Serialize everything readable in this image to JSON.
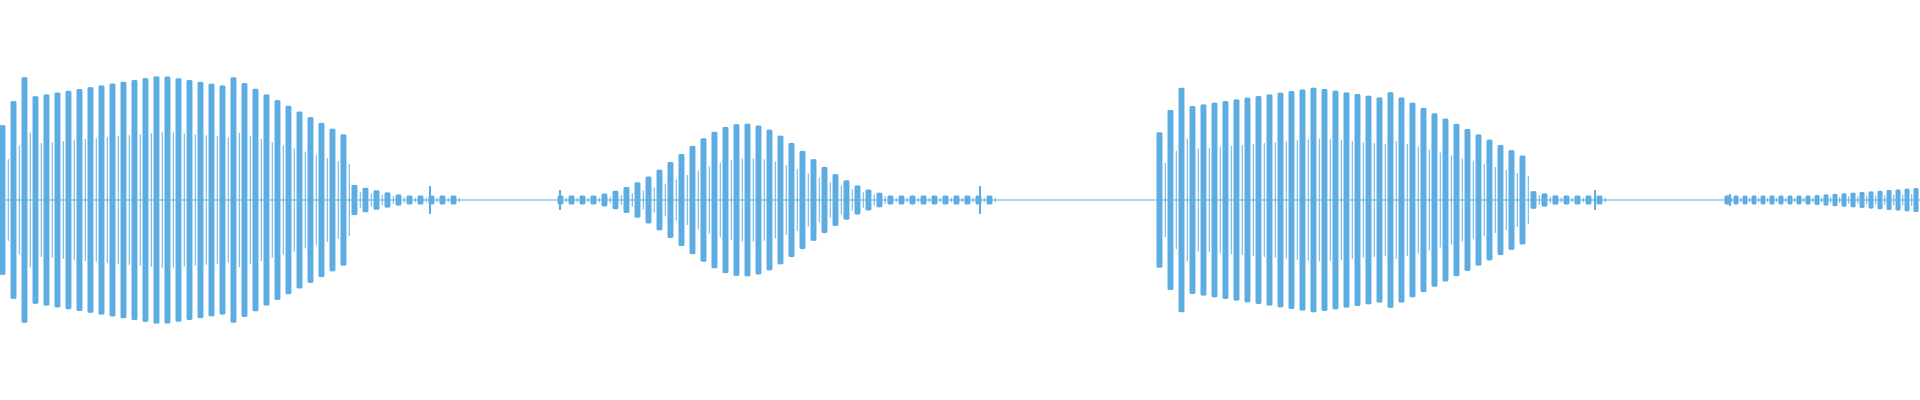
{
  "waveform": {
    "color": "#5DADE2",
    "segments": [
      {
        "id": "seg1",
        "envelope_peak": 0.62,
        "shape": "decay"
      },
      {
        "id": "seg2",
        "envelope_peak": 0.38,
        "shape": "bell"
      },
      {
        "id": "seg3",
        "envelope_peak": 0.56,
        "shape": "decay"
      },
      {
        "id": "seg4",
        "envelope_peak": 0.06,
        "shape": "ripple"
      }
    ]
  }
}
